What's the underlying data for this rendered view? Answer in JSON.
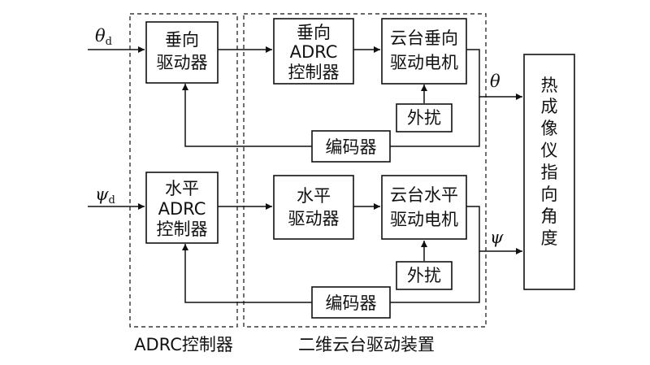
{
  "blocks": {
    "vertical_driver": [
      "垂向",
      "驱动器"
    ],
    "vertical_adrc": [
      "垂向",
      "ADRC",
      "控制器"
    ],
    "vertical_motor": [
      "云台垂向",
      "驱动电机"
    ],
    "vertical_disturbance": [
      "外扰"
    ],
    "vertical_encoder": [
      "编码器"
    ],
    "horizontal_adrc": [
      "水平",
      "ADRC",
      "控制器"
    ],
    "horizontal_driver": [
      "水平",
      "驱动器"
    ],
    "horizontal_motor": [
      "云台水平",
      "驱动电机"
    ],
    "horizontal_disturbance": [
      "外扰"
    ],
    "horizontal_encoder": [
      "编码器"
    ],
    "output": [
      "热",
      "成",
      "像",
      "仪",
      "指",
      "向",
      "角",
      "度"
    ]
  },
  "signals": {
    "theta_d": {
      "symbol": "θ",
      "subscript": "d"
    },
    "psi_d": {
      "symbol": "ψ",
      "subscript": "d"
    },
    "theta": "θ",
    "psi": "ψ"
  },
  "groups": {
    "adrc_controller": "ADRC控制器",
    "gimbal_drive": "二维云台驱动装置"
  }
}
